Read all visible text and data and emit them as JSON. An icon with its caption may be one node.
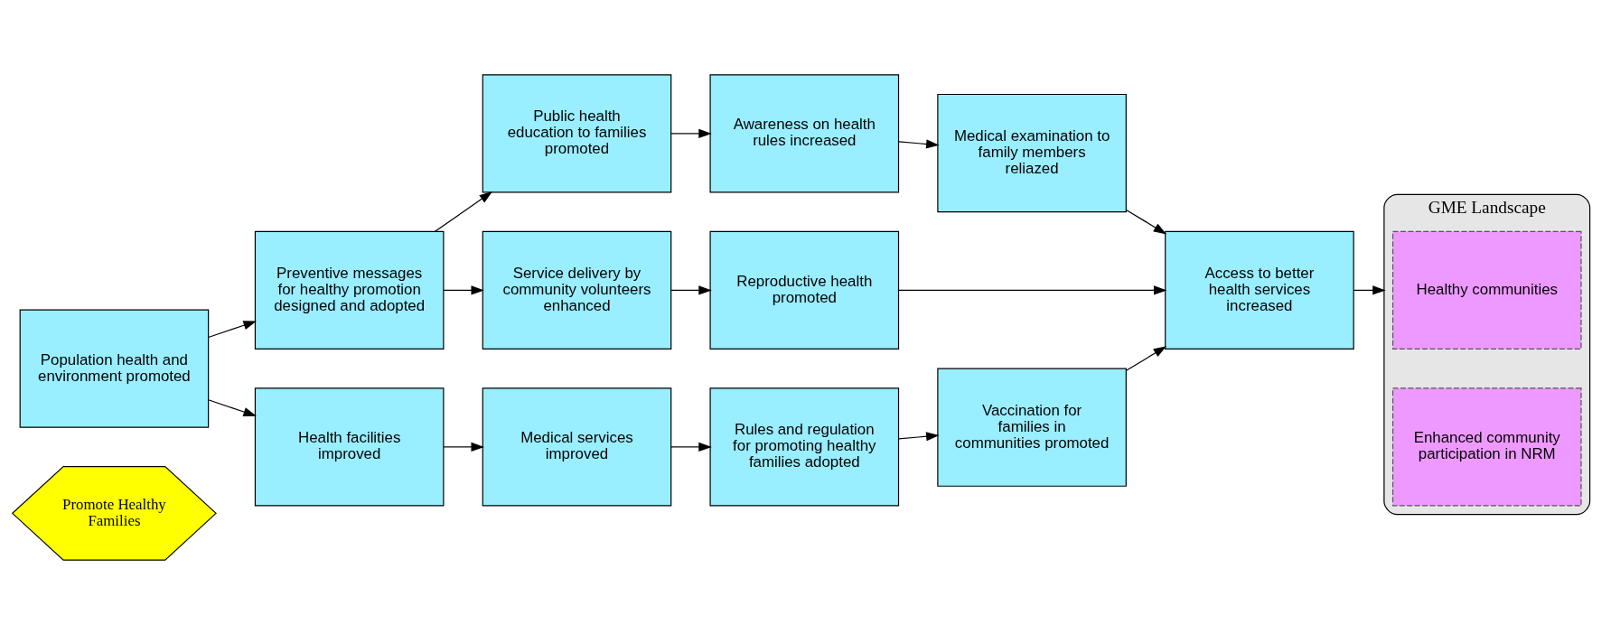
{
  "diagram": {
    "nodes": [
      {
        "text": [
          "Promote Healthy Families"
        ]
      },
      {
        "text": [
          "Population health and environment promoted"
        ]
      },
      {
        "text": [
          "Preventive messages for healthy promotion designed and adopted"
        ]
      },
      {
        "text": [
          "Public health education to families promoted"
        ]
      },
      {
        "text": [
          "Awareness on health rules increased"
        ]
      },
      {
        "text": [
          "Medical examination to family members reliazed"
        ]
      },
      {
        "text": [
          "GME Landscape"
        ]
      },
      {
        "text": [
          "Healthy communities"
        ],
        "in": 6
      },
      {
        "text": [
          "Enhanced community participation in NRM"
        ],
        "in": 6
      },
      {
        "text": [
          "Service delivery by community volunteers enhanced"
        ]
      },
      {
        "text": [
          "Reproductive health promoted"
        ]
      },
      {
        "text": [
          "Access to better health services increased"
        ]
      },
      {
        "text": [
          "Health facilities improved"
        ]
      },
      {
        "text": [
          "Medical services improved"
        ]
      },
      {
        "text": [
          "Rules and regulation for promoting healthy families adopted"
        ]
      },
      {
        "text": [
          "Vaccination for families in communities promoted"
        ]
      }
    ],
    "edges": [
      {
        "from": 1,
        "to": 2,
        "arrow": "to"
      },
      {
        "from": 2,
        "to": 3,
        "arrow": "to"
      },
      {
        "from": 2,
        "to": 9,
        "arrow": "to"
      },
      {
        "from": 3,
        "to": 4,
        "arrow": "to"
      },
      {
        "from": 4,
        "to": 5,
        "arrow": "to"
      },
      {
        "from": 5,
        "to": 11,
        "arrow": "to"
      },
      {
        "from": 9,
        "to": 10,
        "arrow": "to"
      },
      {
        "from": 10,
        "to": 11,
        "arrow": "to"
      },
      {
        "from": 11,
        "to": 6,
        "arrow": "to"
      },
      {
        "from": 1,
        "to": 12,
        "arrow": "to"
      },
      {
        "from": 12,
        "to": 13,
        "arrow": "to"
      },
      {
        "from": 13,
        "to": 14,
        "arrow": "to"
      },
      {
        "from": 14,
        "to": 15,
        "arrow": "to"
      },
      {
        "from": 15,
        "to": 11,
        "arrow": "to"
      }
    ]
  }
}
